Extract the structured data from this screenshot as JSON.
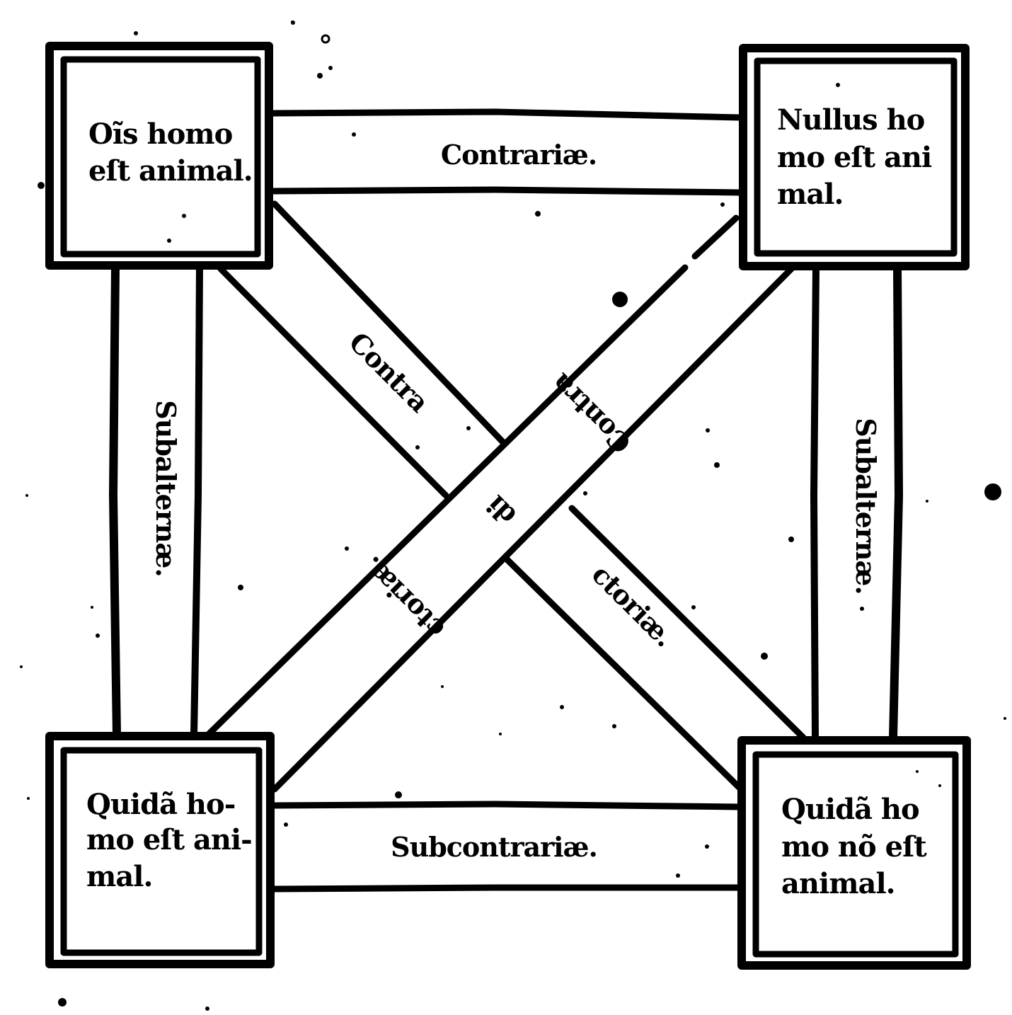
{
  "title": "Square of opposition",
  "corners": {
    "top_left": {
      "lines": [
        "Oĩs homo",
        "eſt animal."
      ]
    },
    "top_right": {
      "lines": [
        "Nullus ho",
        "mo eſt ani",
        "mal."
      ]
    },
    "bottom_left": {
      "lines": [
        "Quidã ho-",
        "mo eſt ani-",
        "mal."
      ]
    },
    "bottom_right": {
      "lines": [
        "Quidã ho",
        "mo nõ eſt",
        "animal."
      ]
    }
  },
  "relations": {
    "top": {
      "label": "Contrariæ."
    },
    "bottom": {
      "label": "Subcontrariæ."
    },
    "left": {
      "label": "Subalternæ."
    },
    "right": {
      "label": "Subalternæ."
    },
    "diagonal_tl_br": {
      "label_upper": "Contra",
      "label_lower": "ctoriæ."
    },
    "diagonal_tr_bl": {
      "label_upper": "Contra",
      "label_middle": "di",
      "label_lower": "ctoriæ."
    }
  },
  "colors": {
    "ink": "#000000",
    "paper": "#ffffff"
  }
}
